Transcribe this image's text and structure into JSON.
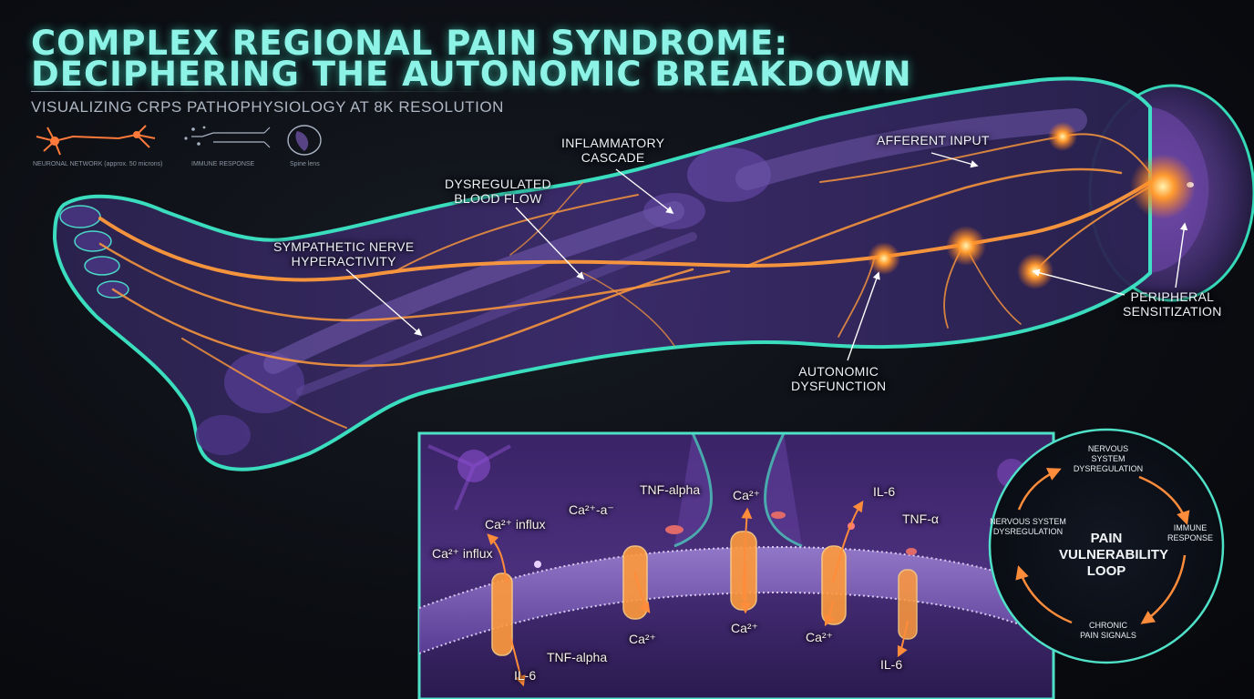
{
  "header": {
    "title_line1": "COMPLEX REGIONAL PAIN SYNDROME:",
    "title_line2": "DECIPHERING THE AUTONOMIC BREAKDOWN",
    "subtitle": "VISUALIZING CRPS PATHOPHYSIOLOGY AT 8K RESOLUTION"
  },
  "legend": {
    "neuron": "NEURONAL NETWORK (approx. 50 microns)",
    "immune": "IMMUNE RESPONSE",
    "spine": "Spine lens"
  },
  "leg_labels": {
    "sympathetic_line1": "SYMPATHETIC NERVE",
    "sympathetic_line2": "HYPERACTIVITY",
    "blood_line1": "DYSREGULATED",
    "blood_line2": "BLOOD FLOW",
    "inflammatory_line1": "INFLAMMATORY",
    "inflammatory_line2": "CASCADE",
    "afferent": "AFFERENT INPUT",
    "peripheral_line1": "PERIPHERAL",
    "peripheral_line2": "SENSITIZATION",
    "autonomic_line1": "AUTONOMIC",
    "autonomic_line2": "DYSFUNCTION"
  },
  "cell_labels": {
    "ca_influx_1": "Ca²⁺ influx",
    "ca_influx_2": "Ca²⁺ influx",
    "ca_a": "Ca²⁺-a⁻",
    "tnf_alpha_top": "TNF-alpha",
    "ca_top": "Ca²⁺",
    "il6_top": "IL-6",
    "tnf_a_right": "TNF-α",
    "il6_bottom_left": "IL-6",
    "tnf_alpha_bottom": "TNF-alpha",
    "ca_bottom_1": "Ca²⁺",
    "ca_bottom_2": "Ca²⁺",
    "ca_bottom_3": "Ca²⁺",
    "il6_bottom_right": "IL-6"
  },
  "loop": {
    "center_line1": "PAIN",
    "center_line2": "VULNERABILITY",
    "center_line3": "LOOP",
    "top_line1": "NERVOUS",
    "top_line2": "SYSTEM",
    "top_line3": "DYSREGULATION",
    "right_line1": "IMMUNE",
    "right_line2": "RESPONSE",
    "bottom_line1": "CHRONIC",
    "bottom_line2": "PAIN SIGNALS",
    "left_line1": "NERVOUS SYSTEM",
    "left_line2": "DYSREGULATION"
  },
  "colors": {
    "title": "#8df3e6",
    "nerve": "#ff9a3c",
    "leg_outline": "#3ee8c8",
    "tissue": "#5b3a8e",
    "arrow": "#ff8c3a"
  }
}
